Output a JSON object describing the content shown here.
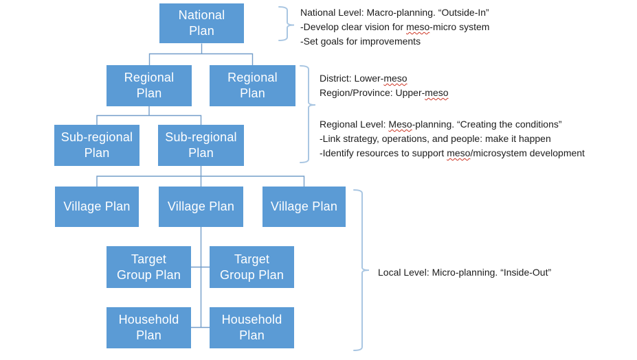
{
  "slide": {
    "background": "#ffffff"
  },
  "colors": {
    "box_fill": "#5b9bd5",
    "box_text": "#ffffff",
    "connector": "#739dc9",
    "brace": "#a9c6e2",
    "annotation_text": "#1b1b1b",
    "misspell_underline": "#cc3322"
  },
  "diagram": {
    "nodes": [
      {
        "id": "national-plan",
        "lines": [
          "National",
          "Plan"
        ]
      },
      {
        "id": "regional-plan-1",
        "lines": [
          "Regional",
          "Plan"
        ]
      },
      {
        "id": "regional-plan-2",
        "lines": [
          "Regional",
          "Plan"
        ]
      },
      {
        "id": "subregional-plan-1",
        "lines": [
          "Sub-regional",
          "Plan"
        ]
      },
      {
        "id": "subregional-plan-2",
        "lines": [
          "Sub-regional",
          "Plan"
        ]
      },
      {
        "id": "village-plan-1",
        "lines": [
          "Village Plan"
        ]
      },
      {
        "id": "village-plan-2",
        "lines": [
          "Village Plan"
        ]
      },
      {
        "id": "village-plan-3",
        "lines": [
          "Village Plan"
        ]
      },
      {
        "id": "target-group-plan-1",
        "lines": [
          "Target",
          "Group Plan"
        ]
      },
      {
        "id": "target-group-plan-2",
        "lines": [
          "Target",
          "Group Plan"
        ]
      },
      {
        "id": "household-plan-1",
        "lines": [
          "Household",
          "Plan"
        ]
      },
      {
        "id": "household-plan-2",
        "lines": [
          "Household",
          "Plan"
        ]
      }
    ],
    "connectors": [
      "national-to-regional-connector",
      "regional-to-subregional-connector",
      "subregional-to-village-connector",
      "village-to-target-household-connector"
    ],
    "braces": [
      "national-level-brace",
      "regional-level-brace",
      "local-level-brace"
    ]
  },
  "annotations": [
    {
      "id": "national-level-note",
      "lines": [
        [
          {
            "t": "National Level: Macro-planning. “Outside-In”"
          }
        ],
        [
          {
            "t": "-Develop clear vision for "
          },
          {
            "t": "meso",
            "sp": true
          },
          {
            "t": "-micro system"
          }
        ],
        [
          {
            "t": "-Set goals for improvements"
          }
        ]
      ]
    },
    {
      "id": "meso-definitions-note",
      "lines": [
        [
          {
            "t": "District: Lower-"
          },
          {
            "t": "meso",
            "sp": true
          }
        ],
        [
          {
            "t": "Region/Province: Upper-"
          },
          {
            "t": "meso",
            "sp": true
          }
        ]
      ]
    },
    {
      "id": "regional-level-note",
      "lines": [
        [
          {
            "t": "Regional Level: "
          },
          {
            "t": "Meso",
            "sp": true
          },
          {
            "t": "-planning. “Creating the conditions”"
          }
        ],
        [
          {
            "t": "-Link strategy, operations, and people: make it happen"
          }
        ],
        [
          {
            "t": "-Identify resources to support "
          },
          {
            "t": "meso",
            "sp": true
          },
          {
            "t": "/microsystem development"
          }
        ]
      ]
    },
    {
      "id": "local-level-note",
      "lines": [
        [
          {
            "t": "Local Level: Micro-planning. “Inside-Out”"
          }
        ]
      ]
    }
  ]
}
